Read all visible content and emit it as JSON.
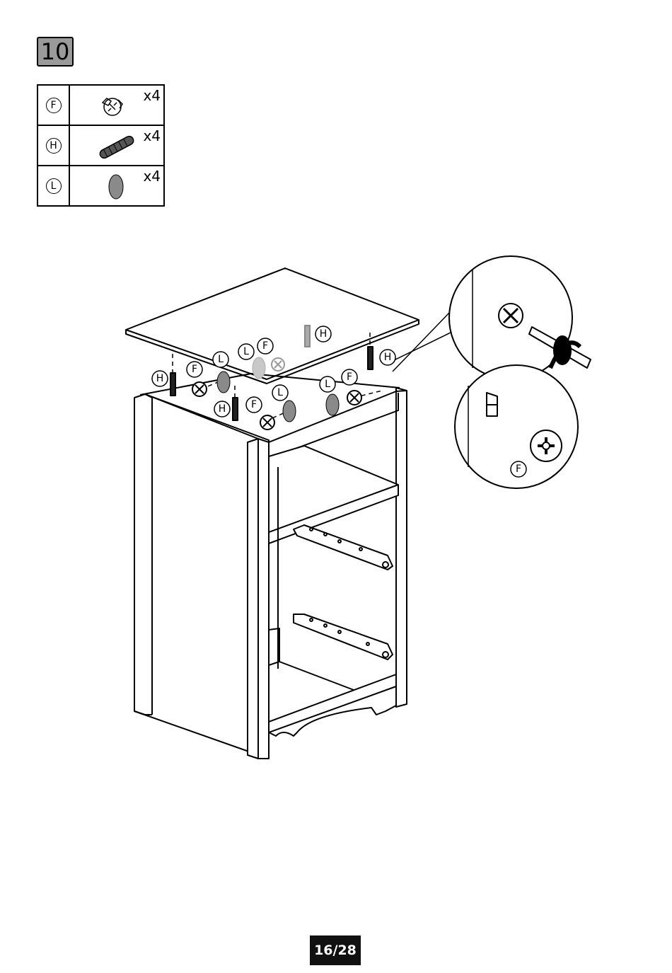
{
  "step": {
    "number": "10"
  },
  "parts": [
    {
      "label": "F",
      "quantity": "x4",
      "icon": "cam-lock-icon"
    },
    {
      "label": "H",
      "quantity": "x4",
      "icon": "wooden-dowel-icon"
    },
    {
      "label": "L",
      "quantity": "x4",
      "icon": "cover-cap-icon"
    }
  ],
  "callouts": {
    "F": "F",
    "H": "H",
    "L": "L"
  },
  "page": {
    "indicator": "16/28"
  },
  "colors": {
    "badge": "#9a9a9a",
    "cap": "#8a8a8a",
    "line": "#000000",
    "pager_bg": "#111111"
  }
}
